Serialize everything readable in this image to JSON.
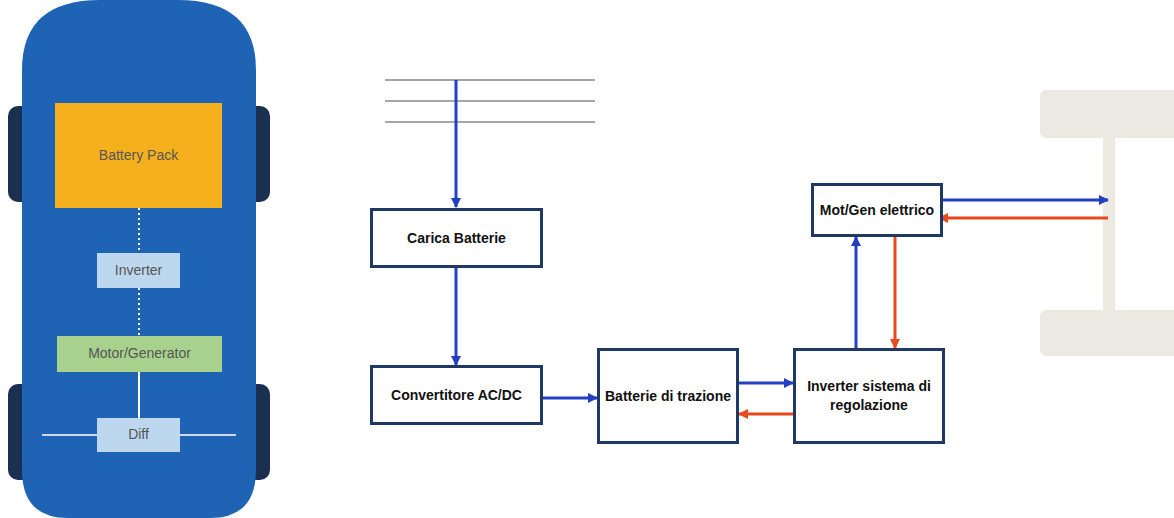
{
  "diagram": {
    "nodes": [
      {
        "text": [
          "Battery Pack"
        ]
      },
      {
        "text": [
          "Inverter"
        ]
      },
      {
        "text": [
          "Motor/Generator"
        ]
      },
      {
        "text": [
          "Diff"
        ]
      },
      {
        "text": [
          "Carica Batterie"
        ]
      },
      {
        "text": [
          "Convertitore AC/DC"
        ]
      },
      {
        "text": [
          "Batterie di trazione"
        ]
      },
      {
        "text": [
          "Inverter sistema di regolazione"
        ]
      },
      {
        "text": [
          "Mot/Gen elettrico"
        ]
      }
    ],
    "edges": [
      {
        "from": 0,
        "to": 1,
        "arrow": "none"
      },
      {
        "from": 1,
        "to": 2,
        "arrow": "none"
      },
      {
        "from": 2,
        "to": 3,
        "arrow": "none"
      },
      {
        "from": 4,
        "to": 5,
        "arrow": "to"
      },
      {
        "from": 5,
        "to": 6,
        "arrow": "to"
      },
      {
        "from": 6,
        "to": 7,
        "arrow": "to"
      },
      {
        "from": 7,
        "to": 6,
        "arrow": "to"
      },
      {
        "from": 7,
        "to": 8,
        "arrow": "to"
      },
      {
        "from": 8,
        "to": 7,
        "arrow": "to"
      }
    ]
  }
}
